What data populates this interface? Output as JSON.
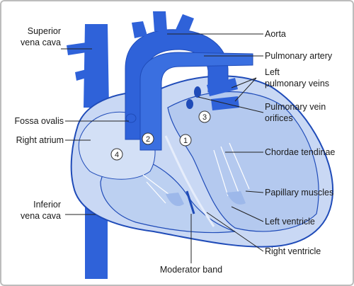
{
  "figure": {
    "labels_left": {
      "superior_vena_cava": [
        "Superior",
        "vena cava"
      ],
      "fossa_ovalis": "Fossa ovalis",
      "right_atrium": "Right atrium",
      "inferior_vena_cava": [
        "Inferior",
        "vena cava"
      ]
    },
    "labels_right": {
      "aorta": "Aorta",
      "pulmonary_artery": "Pulmonary artery",
      "left_pulmonary_veins": [
        "Left",
        "pulmonary veins"
      ],
      "pulmonary_vein_orifices": [
        "Pulmonary vein",
        "orifices"
      ],
      "chordae_tendinae": "Chordae tendinae",
      "papillary_muscles": "Papillary muscles",
      "left_ventricle": "Left  ventricle",
      "right_ventricle": "Right ventricle"
    },
    "labels_bottom": {
      "moderator_band": "Moderator band"
    },
    "markers": [
      "1",
      "2",
      "3",
      "4"
    ],
    "colors": {
      "vessel": "#2f62d9",
      "vessel_dark": "#1f4bb8",
      "heart_fill": "#c9d8f4",
      "heart_inner": "#b4c9ef",
      "leader": "#222222",
      "marker_fill": "#ffffff"
    }
  }
}
